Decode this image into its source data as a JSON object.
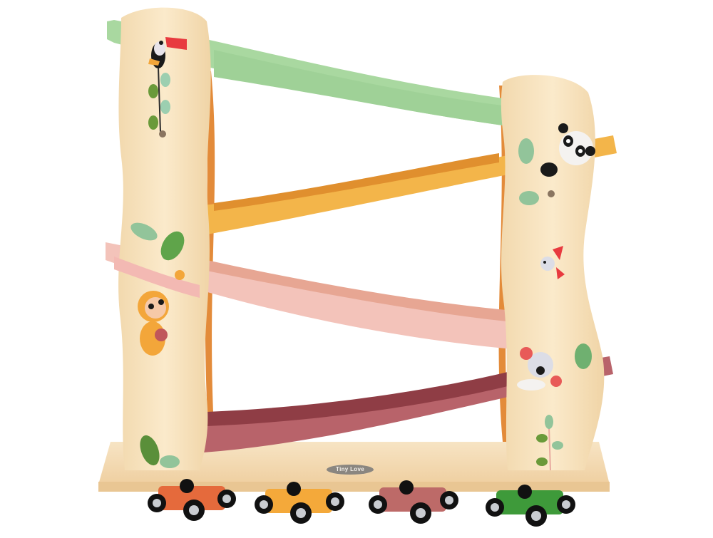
{
  "image": {
    "subject": "Wooden ramp racer toy with four tracks and four cars",
    "background": "#ffffff",
    "brand_logo_text": "Tiny Love"
  },
  "tracks": [
    {
      "position": "top",
      "color": "#a9d8a0"
    },
    {
      "position": "second",
      "color": "#f3b54a"
    },
    {
      "position": "third",
      "color": "#f3c3ba"
    },
    {
      "position": "bottom",
      "color": "#b8636a"
    }
  ],
  "posts": {
    "wood_color": "#f6e2bd",
    "left_decals": [
      "toucan",
      "leaf-vine",
      "leaves",
      "sloth"
    ],
    "right_decals": [
      "panda",
      "leaves",
      "bird",
      "koala",
      "leaf-sprig"
    ]
  },
  "base": {
    "wood_color": "#f5dcb5"
  },
  "cars": [
    {
      "color": "#e56a3c"
    },
    {
      "color": "#f4a93a"
    },
    {
      "color": "#bd6a68"
    },
    {
      "color": "#3e9a3a"
    }
  ]
}
